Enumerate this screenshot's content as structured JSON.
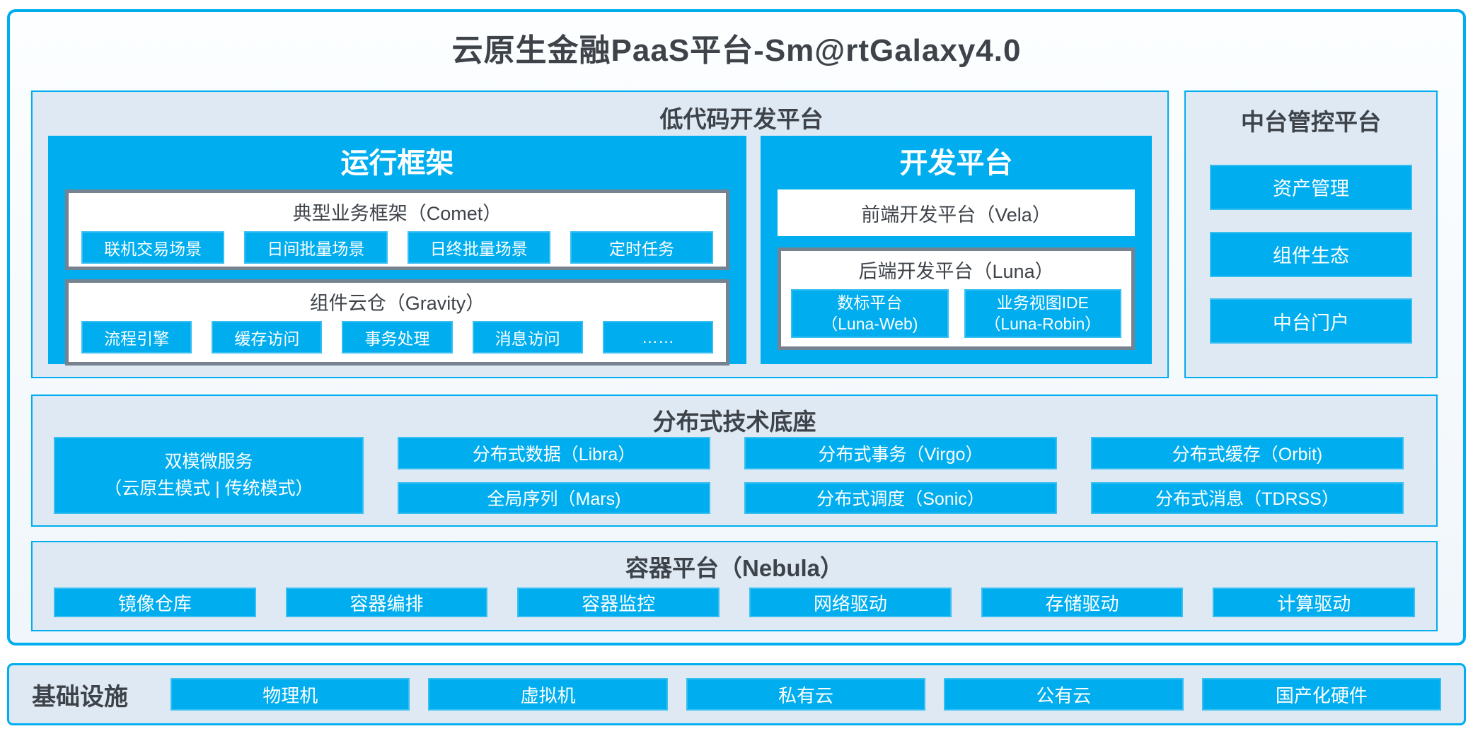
{
  "title": "云原生金融PaaS平台-Sm@rtGalaxy4.0",
  "colors": {
    "accent_blue": "#00AEEF",
    "panel_background": "#DEE9F4",
    "gray_border": "#76828F",
    "dark_text": "#3E434A",
    "chip_text": "#FFFFFF"
  },
  "low_code": {
    "title": "低代码开发平台",
    "runtime": {
      "title": "运行框架",
      "comet": {
        "title": "典型业务框架（Comet）",
        "items": [
          "联机交易场景",
          "日间批量场景",
          "日终批量场景",
          "定时任务"
        ]
      },
      "gravity": {
        "title": "组件云仓（Gravity）",
        "items": [
          "流程引擎",
          "缓存访问",
          "事务处理",
          "消息访问",
          "……"
        ]
      }
    },
    "dev": {
      "title": "开发平台",
      "vela": "前端开发平台（Vela）",
      "luna": {
        "title": "后端开发平台（Luna）",
        "items": [
          {
            "line1": "数标平台",
            "line2": "（Luna-Web)"
          },
          {
            "line1": "业务视图IDE",
            "line2": "（Luna-Robin）"
          }
        ]
      }
    }
  },
  "midplatform": {
    "title": "中台管控平台",
    "items": [
      "资产管理",
      "组件生态",
      "中台门户"
    ]
  },
  "distributed": {
    "title": "分布式技术底座",
    "dual_mode": {
      "line1": "双模微服务",
      "line2": "（云原生模式 | 传统模式）"
    },
    "columns": [
      [
        "分布式数据（Libra）",
        "全局序列（Mars)"
      ],
      [
        "分布式事务（Virgo）",
        "分布式调度（Sonic）"
      ],
      [
        "分布式缓存（Orbit)",
        "分布式消息（TDRSS）"
      ]
    ]
  },
  "container": {
    "title": "容器平台（Nebula）",
    "items": [
      "镜像仓库",
      "容器编排",
      "容器监控",
      "网络驱动",
      "存储驱动",
      "计算驱动"
    ]
  },
  "infrastructure": {
    "title": "基础设施",
    "items": [
      "物理机",
      "虚拟机",
      "私有云",
      "公有云",
      "国产化硬件"
    ]
  }
}
